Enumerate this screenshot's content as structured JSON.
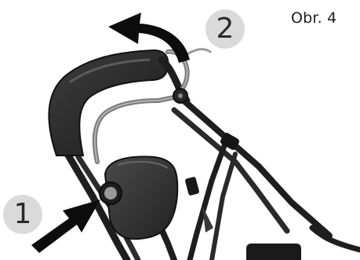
{
  "figure": {
    "caption": "Obr. 4",
    "callouts": [
      {
        "id": "1",
        "label": "1"
      },
      {
        "id": "2",
        "label": "2"
      }
    ]
  },
  "colors": {
    "handle": "#2b2b2b",
    "frame": "#1e1e1e",
    "bail": "#7a7a7a",
    "callout_bg": "#dadada",
    "arrow": "#0d0d0d",
    "button": "#9a9a9a"
  },
  "icons": [
    "arrow-push-icon",
    "arrow-pull-icon"
  ]
}
